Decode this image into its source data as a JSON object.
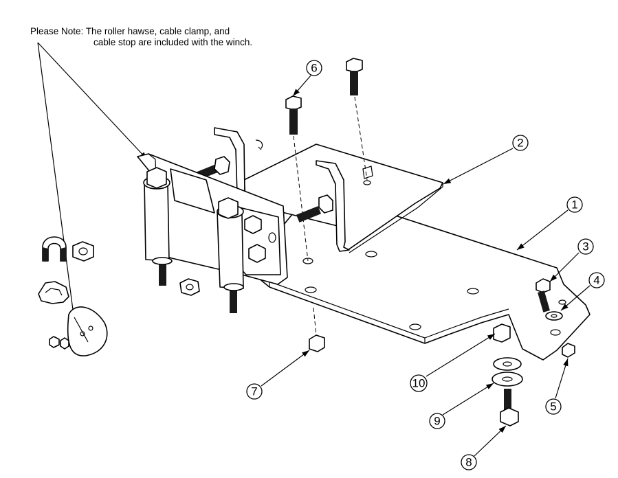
{
  "note": {
    "label": "Please Note:",
    "line1": "The roller hawse, cable clamp, and",
    "line2": "cable stop are included with the winch."
  },
  "callouts": [
    "1",
    "2",
    "3",
    "4",
    "5",
    "6",
    "7",
    "8",
    "9",
    "10"
  ]
}
